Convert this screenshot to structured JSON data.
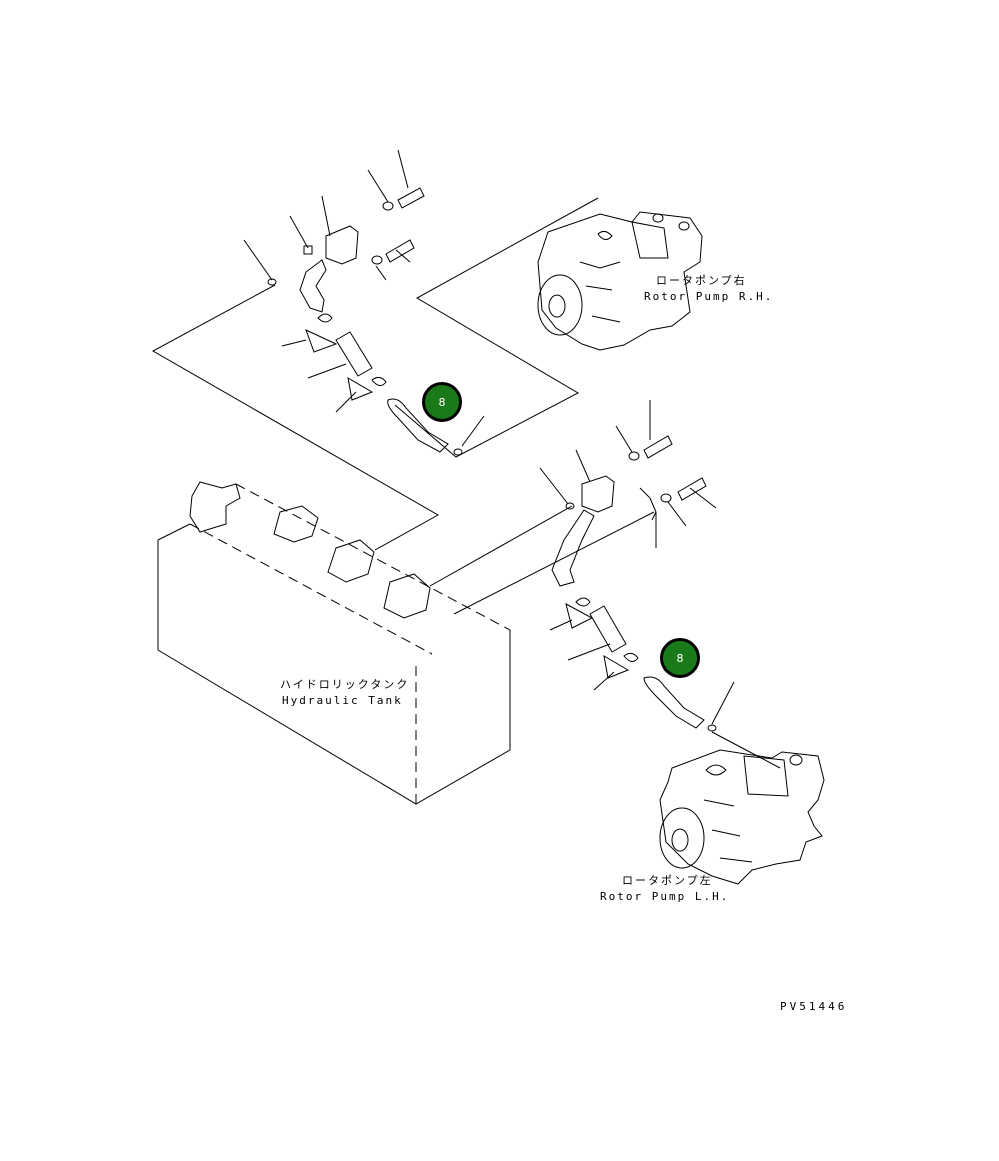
{
  "colors": {
    "line": "#000000",
    "badge_fill": "#1a7a1a"
  },
  "labels": {
    "pump_rh_jp": "ロータポンプ右",
    "pump_rh_en": "Rotor Pump R.H.",
    "pump_lh_jp": "ロータポンプ左",
    "pump_lh_en": "Rotor Pump L.H.",
    "tank_jp": "ハイドロリックタンク",
    "tank_en": "Hydraulic Tank"
  },
  "callouts": [
    {
      "number": "8"
    },
    {
      "number": "8"
    }
  ],
  "drawing_code": "PV51446"
}
